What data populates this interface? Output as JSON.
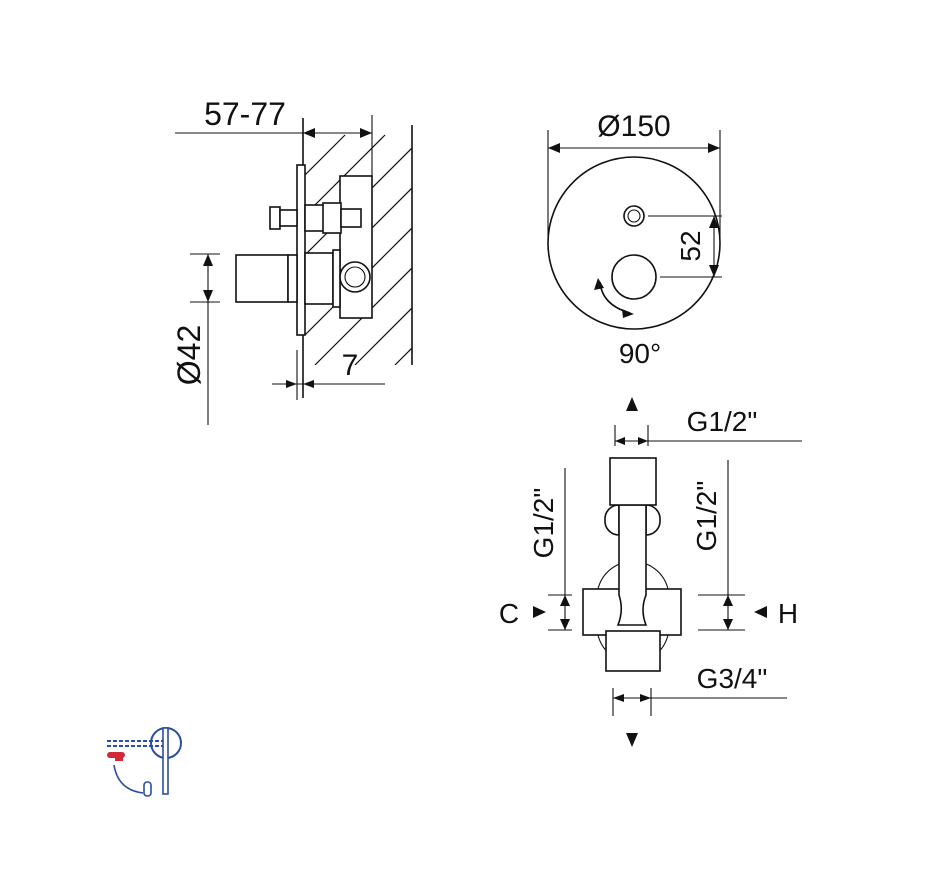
{
  "side_view": {
    "depth_dim": "57-77",
    "handle_dia_dim": "Ø42",
    "plate_dim": "7"
  },
  "front_view": {
    "plate_dia_dim": "Ø150",
    "offset_dim": "52",
    "rotation_label": "90°"
  },
  "connection_view": {
    "top_outlet": "G1/2\"",
    "left_outlet": "G1/2\"",
    "right_outlet": "G1/2\"",
    "bottom_inlet": "G3/4\"",
    "cold_label": "C",
    "hot_label": "H"
  },
  "icon": {
    "name": "wall-mounted-mixer-installation-icon",
    "colors": {
      "line": "#2b4f9e",
      "accent": "#d0283a"
    }
  }
}
